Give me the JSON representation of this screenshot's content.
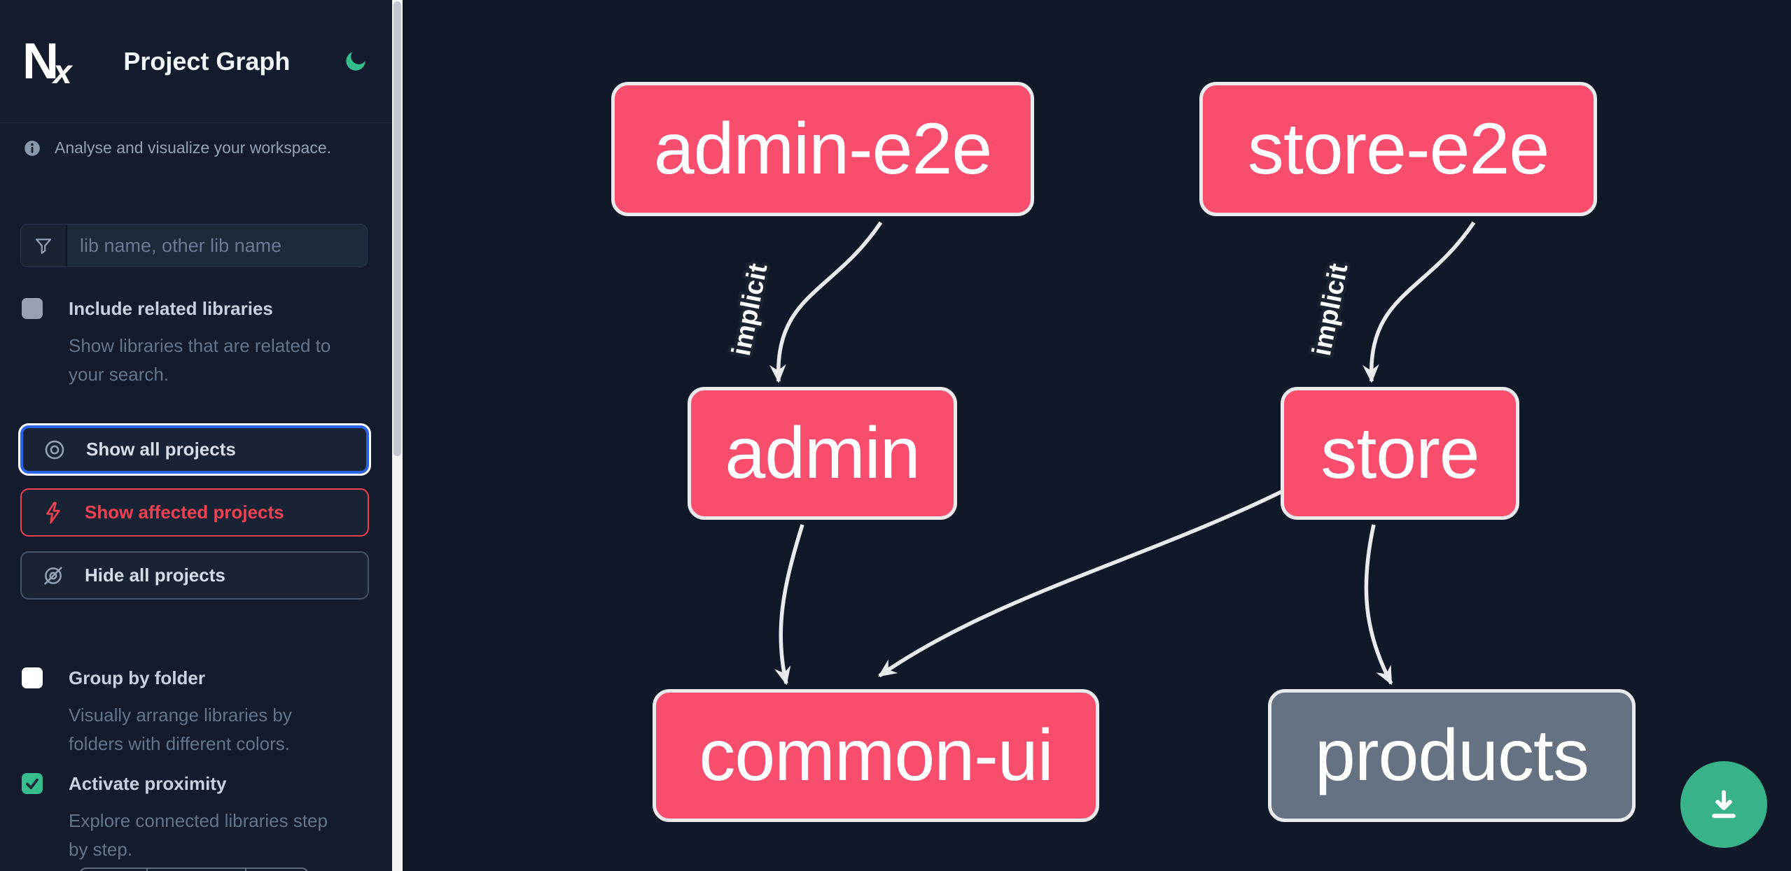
{
  "app": {
    "title": "Project Graph",
    "logo_text": "Nx"
  },
  "colors": {
    "accent_green": "#35bd8d",
    "node_pink": "#f94d6d",
    "node_gray": "#667181",
    "node_border": "#e8eaec",
    "edge": "#e8eaec",
    "focus_blue": "#2a63ea",
    "affected_red": "#ef4154",
    "sidebar_bg": "#141b2c",
    "canvas_bg": "#111827",
    "fab_green": "#38b289"
  },
  "sidebar": {
    "tagline": "Analyse and visualize your workspace.",
    "search": {
      "placeholder": "lib name, other lib name",
      "value": ""
    },
    "options": [
      {
        "label": "Include related libraries",
        "description": "Show libraries that are related to\nyour search.",
        "checked": false,
        "box": "gray"
      },
      {
        "label": "Group by folder",
        "description": "Visually arrange libraries by\nfolders with different colors.",
        "checked": false,
        "box": "white"
      },
      {
        "label": "Activate proximity",
        "description": "Explore connected libraries step\nby step.",
        "checked": true,
        "box": "green"
      }
    ],
    "buttons": [
      {
        "label": "Show all projects",
        "icon": "eye",
        "state": "focused"
      },
      {
        "label": "Show affected projects",
        "icon": "bolt",
        "state": "affected"
      },
      {
        "label": "Hide all projects",
        "icon": "eye-off",
        "state": "default"
      }
    ]
  },
  "graph": {
    "nodes": [
      {
        "id": "admin-e2e",
        "label": "admin-e2e",
        "variant": "pink"
      },
      {
        "id": "store-e2e",
        "label": "store-e2e",
        "variant": "pink"
      },
      {
        "id": "admin",
        "label": "admin",
        "variant": "pink"
      },
      {
        "id": "store",
        "label": "store",
        "variant": "pink"
      },
      {
        "id": "common-ui",
        "label": "common-ui",
        "variant": "pink"
      },
      {
        "id": "products",
        "label": "products",
        "variant": "gray"
      }
    ],
    "edges": [
      {
        "source": "admin-e2e",
        "target": "admin",
        "label": "implicit"
      },
      {
        "source": "store-e2e",
        "target": "store",
        "label": "implicit"
      },
      {
        "source": "admin",
        "target": "common-ui",
        "label": ""
      },
      {
        "source": "store",
        "target": "common-ui",
        "label": ""
      },
      {
        "source": "store",
        "target": "products",
        "label": ""
      }
    ]
  },
  "fab": {
    "action": "download"
  }
}
